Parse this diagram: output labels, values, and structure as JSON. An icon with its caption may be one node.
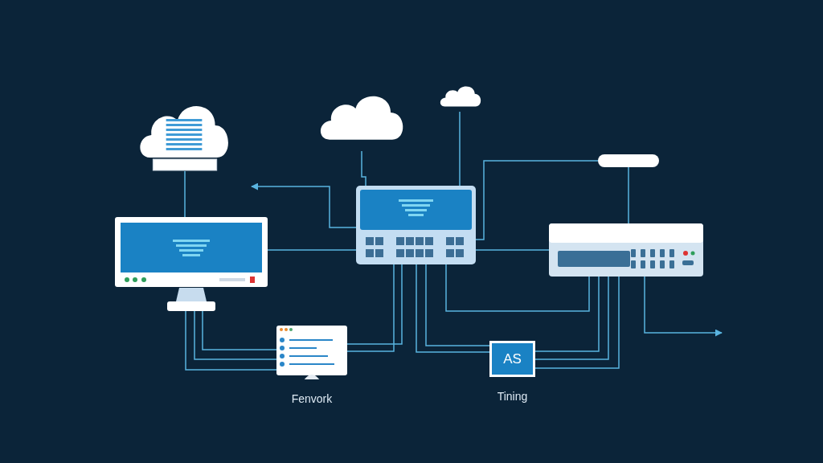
{
  "diagram": {
    "nodes": [
      {
        "text": [],
        "shape": "cloud"
      },
      {
        "text": [],
        "shape": "cloud"
      },
      {
        "text": [],
        "shape": "cloud"
      },
      {
        "text": [],
        "shape": "box"
      },
      {
        "text": [],
        "shape": "box"
      },
      {
        "text": [],
        "shape": "box"
      },
      {
        "text": [],
        "shape": "box"
      },
      {
        "text": [
          "Fenvork"
        ]
      },
      {
        "text": [
          "AS",
          "Tining"
        ]
      }
    ],
    "edges": [
      {
        "from": 0,
        "to": 4,
        "arrow": "none"
      },
      {
        "from": 1,
        "to": 5,
        "arrow": "none"
      },
      {
        "from": 2,
        "to": 5,
        "arrow": "none"
      },
      {
        "from": 5,
        "to": null,
        "arrow": "to"
      },
      {
        "from": 4,
        "to": 5,
        "arrow": "none"
      },
      {
        "from": 5,
        "to": 3,
        "arrow": "none"
      },
      {
        "from": 3,
        "to": 6,
        "arrow": "none"
      },
      {
        "from": 5,
        "to": 6,
        "arrow": "none"
      },
      {
        "from": 6,
        "to": null,
        "arrow": "to"
      },
      {
        "from": 4,
        "to": 7,
        "arrow": "none"
      },
      {
        "from": 4,
        "to": 7,
        "arrow": "none"
      },
      {
        "from": 4,
        "to": 7,
        "arrow": "none"
      },
      {
        "from": 7,
        "to": 5,
        "arrow": "none"
      },
      {
        "from": 7,
        "to": 5,
        "arrow": "none"
      },
      {
        "from": 5,
        "to": 8,
        "arrow": "none"
      },
      {
        "from": 5,
        "to": 8,
        "arrow": "none"
      },
      {
        "from": 5,
        "to": 6,
        "arrow": "none"
      },
      {
        "from": 6,
        "to": 8,
        "arrow": "none"
      },
      {
        "from": 6,
        "to": 8,
        "arrow": "none"
      },
      {
        "from": 6,
        "to": 8,
        "arrow": "none"
      }
    ]
  }
}
